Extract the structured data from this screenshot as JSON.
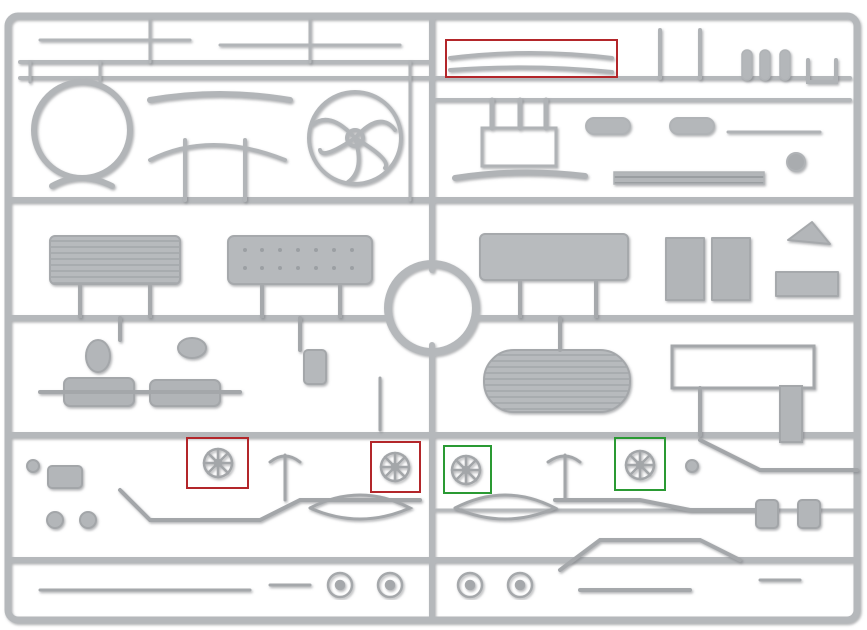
{
  "image": {
    "kind": "photo of a grey plastic model-kit sprue",
    "background_color": "#ffffff",
    "plastic_color": "#b9bcbf",
    "plastic_shadow_color": "#8f9397"
  },
  "annotations": {
    "red_boxes": 3,
    "green_boxes": 2,
    "red_color": "#b3262a",
    "green_color": "#2a9a33"
  }
}
